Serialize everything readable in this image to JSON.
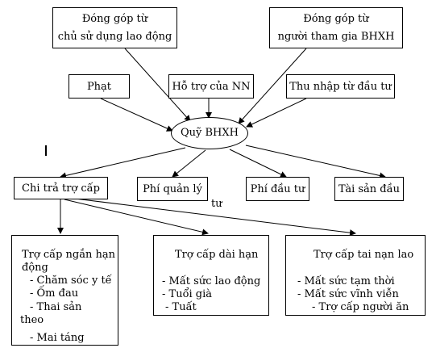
{
  "nodes": {
    "employer": {
      "line1": "Đóng góp từ",
      "line2": "chủ sử dụng lao động"
    },
    "participant": {
      "line1": "Đóng góp từ",
      "line2": "người tham gia BHXH"
    },
    "penalty": "Phạt",
    "state_support": "Hỗ trợ của NN",
    "investment_income": "Thu nhập từ đầu tư",
    "fund": "Quỹ BHXH",
    "benefit_payment": "Chi trả trợ cấp",
    "admin_cost": "Phí quản lý",
    "admin_cost_overflow": "tư",
    "investment_cost": "Phí đầu tư",
    "investment_assets": "Tài sản đầu",
    "short_term": {
      "title1": "Trợ cấp ngắn hạn",
      "title2": "động",
      "items": [
        "-  Chăm sóc y tế",
        "-  Ốm đau",
        "- Thai sản",
        "theo",
        "- Mai táng"
      ]
    },
    "long_term": {
      "title": "Trợ cấp dài hạn",
      "items": [
        "- Mất sức lao động",
        "- Tuổi già",
        "- Tuất"
      ]
    },
    "accident": {
      "title": "Trợ cấp tai nạn lao",
      "items": [
        "- Mất sức tạm thời",
        "- Mất sức vĩnh viễn",
        "- Trợ cấp người ăn"
      ]
    }
  }
}
